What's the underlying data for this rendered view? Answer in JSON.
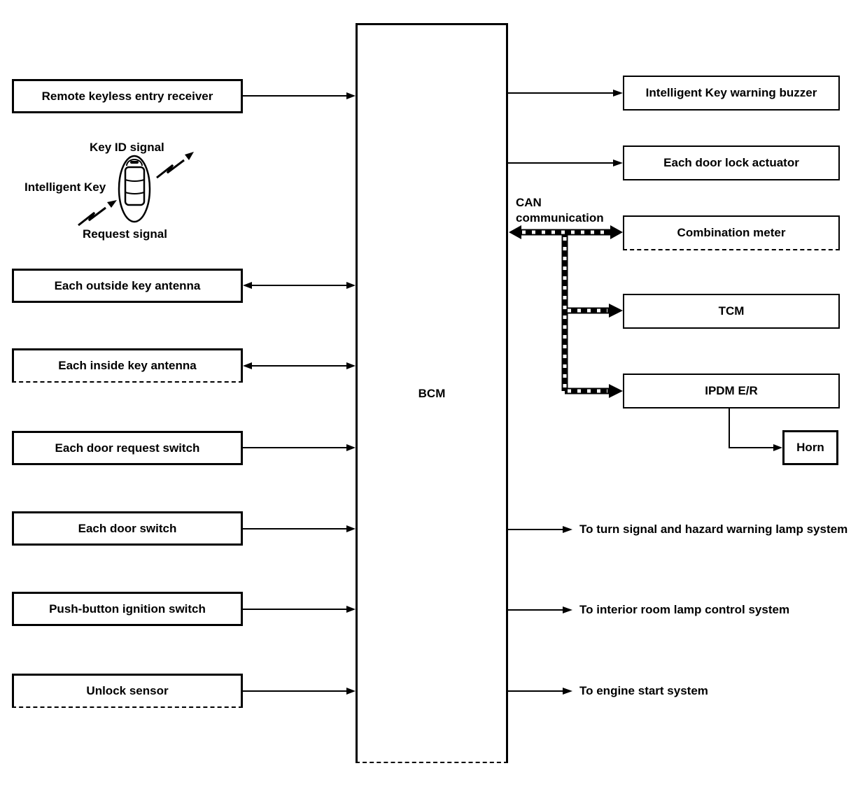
{
  "colors": {
    "ink": "#000000",
    "paper": "#ffffff"
  },
  "bcm": {
    "label": "BCM"
  },
  "inputs": [
    {
      "label": "Remote keyless entry receiver",
      "arrow": "to-bcm"
    },
    {
      "label": "Each outside key antenna",
      "arrow": "bidirectional"
    },
    {
      "label": "Each inside key antenna",
      "arrow": "bidirectional"
    },
    {
      "label": "Each door request switch",
      "arrow": "to-bcm"
    },
    {
      "label": "Each door switch",
      "arrow": "to-bcm"
    },
    {
      "label": "Push-button ignition switch",
      "arrow": "to-bcm"
    },
    {
      "label": "Unlock sensor",
      "arrow": "to-bcm"
    }
  ],
  "outputs": [
    {
      "label": "Intelligent Key warning buzzer"
    },
    {
      "label": "Each door lock actuator"
    }
  ],
  "can_bus": {
    "label": "CAN\ncommunication",
    "nodes": [
      {
        "label": "Combination meter"
      },
      {
        "label": "TCM"
      },
      {
        "label": "IPDM E/R"
      }
    ]
  },
  "horn": {
    "label": "Horn"
  },
  "key_illustration": {
    "key_id_signal": "Key ID signal",
    "intelligent_key": "Intelligent Key",
    "request_signal": "Request signal"
  },
  "system_outputs": [
    {
      "label": "To turn signal and hazard warning lamp system"
    },
    {
      "label": "To interior room lamp control system"
    },
    {
      "label": "To engine start system"
    }
  ]
}
